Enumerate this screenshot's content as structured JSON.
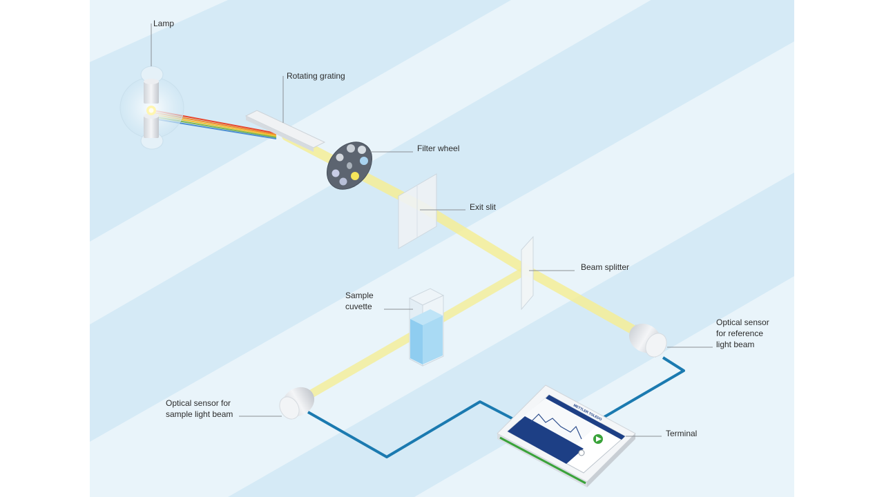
{
  "labels": {
    "lamp": "Lamp",
    "rotating_grating": "Rotating grating",
    "filter_wheel": "Filter wheel",
    "exit_slit": "Exit slit",
    "beam_splitter": "Beam splitter",
    "sample_cuvette": [
      "Sample",
      "cuvette"
    ],
    "reference_sensor": [
      "Optical sensor",
      "for reference",
      "light beam"
    ],
    "sample_sensor": [
      "Optical sensor for",
      "sample light beam"
    ],
    "terminal": "Terminal"
  },
  "terminal_brand": "METTLER TOLEDO",
  "colors": {
    "background_light": "#e9f4fa",
    "background_band": "#d3e9f5",
    "beam_yellow": "#f3ec9a",
    "cable_blue": "#1b7ab0",
    "terminal_navy": "#1d3f85",
    "terminal_green": "#3aa33a",
    "cuvette_liquid": "#8fcdf0"
  }
}
